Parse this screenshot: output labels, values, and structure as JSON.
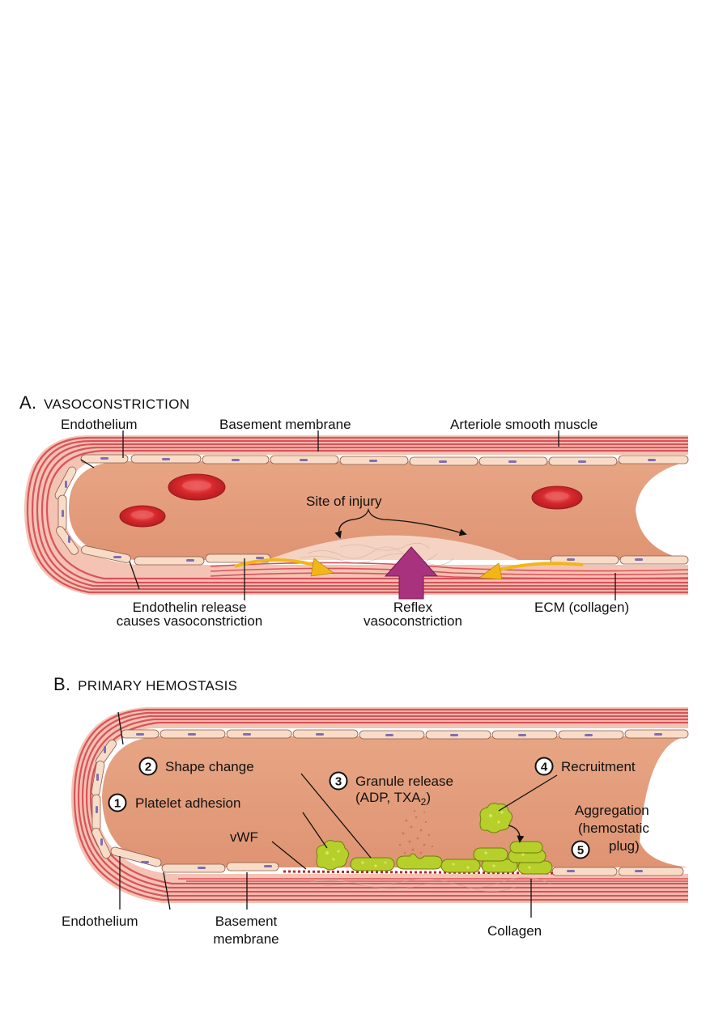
{
  "panel_a": {
    "letter": "A.",
    "title": "VASOCONSTRICTION",
    "labels": {
      "endothelium": "Endothelium",
      "basement_membrane": "Basement membrane",
      "arteriole_smooth_muscle": "Arteriole smooth muscle",
      "site_of_injury": "Site of injury",
      "endothelin_line1": "Endothelin release",
      "endothelin_line2": "causes vasoconstriction",
      "reflex_line1": "Reflex",
      "reflex_line2": "vasoconstriction",
      "ecm": "ECM (collagen)"
    }
  },
  "panel_b": {
    "letter": "B.",
    "title": "PRIMARY HEMOSTASIS",
    "steps": [
      {
        "num": "1",
        "label": "Platelet adhesion"
      },
      {
        "num": "2",
        "label": "Shape change"
      },
      {
        "num": "3",
        "label": "Granule release",
        "label2": "(ADP, TXA",
        "sub": "2",
        "label2_end": ")"
      },
      {
        "num": "4",
        "label": "Recruitment"
      },
      {
        "num": "5",
        "label": "Aggregation",
        "label2": "(hemostatic",
        "label3": "plug)"
      }
    ],
    "labels": {
      "vwf": "vWF",
      "endothelium": "Endothelium",
      "basement_line1": "Basement",
      "basement_line2": "membrane",
      "collagen": "Collagen"
    }
  },
  "colors": {
    "lumen": "#e8a07e",
    "endothelial_cell": "#f8dcc8",
    "nucleus": "#7f6fb0",
    "muscle": "#d9535a",
    "adventitia": "#f4c3b3",
    "rbc": "#d8282c",
    "platelet": "#b6cf2a",
    "yellow_arrow": "#f2b619",
    "magenta_arrow": "#a8327e"
  }
}
